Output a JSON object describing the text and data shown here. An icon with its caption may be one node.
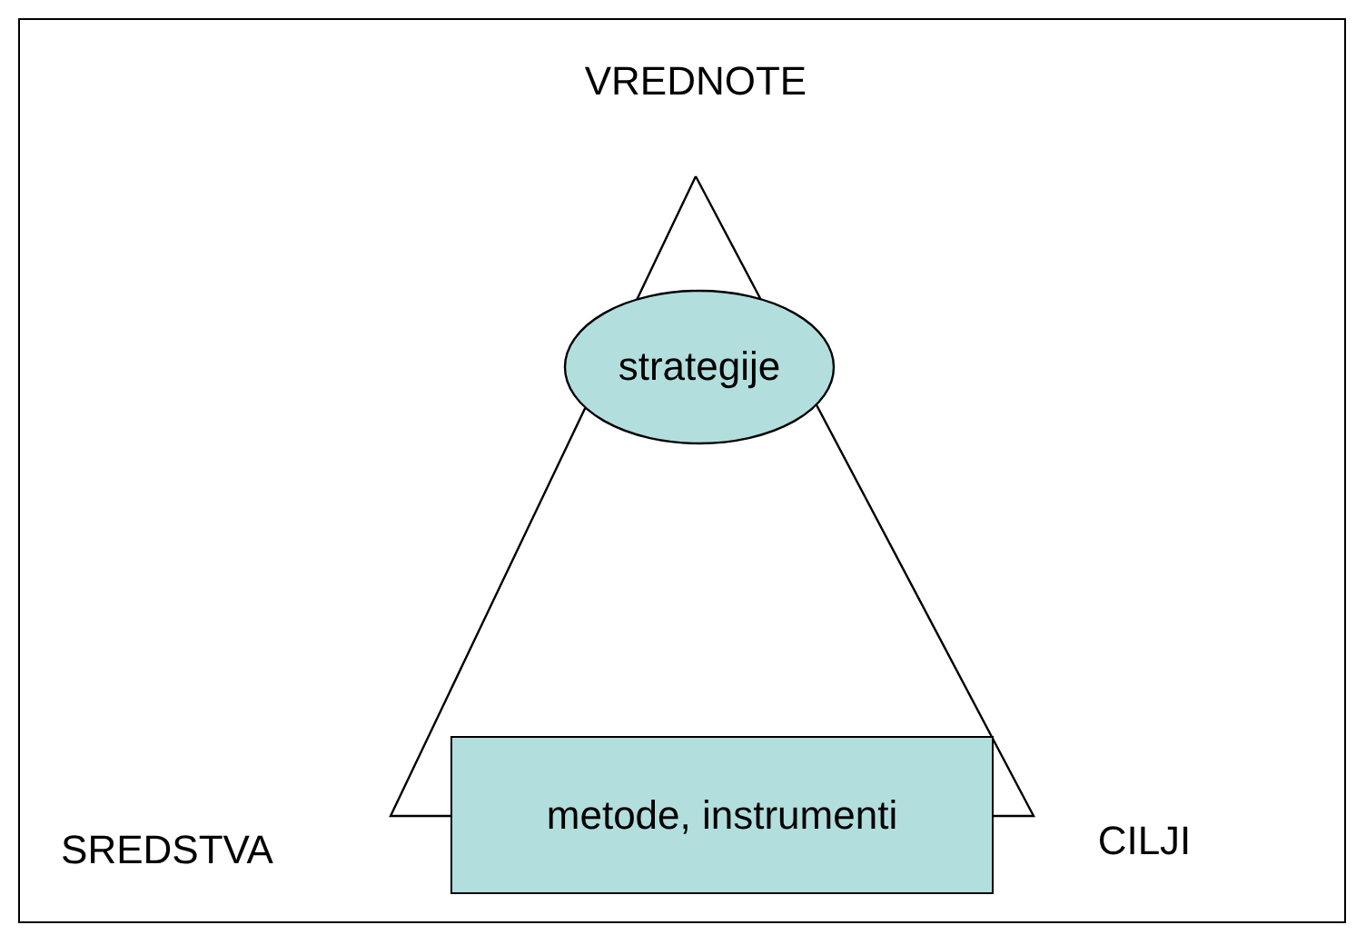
{
  "diagram": {
    "nodes": [
      {
        "text": [
          "strategije"
        ]
      },
      {
        "text": [
          "metode, instrumenti"
        ]
      }
    ],
    "labels": [
      "VREDNOTE",
      "SREDSTVA",
      "CILJI"
    ]
  }
}
